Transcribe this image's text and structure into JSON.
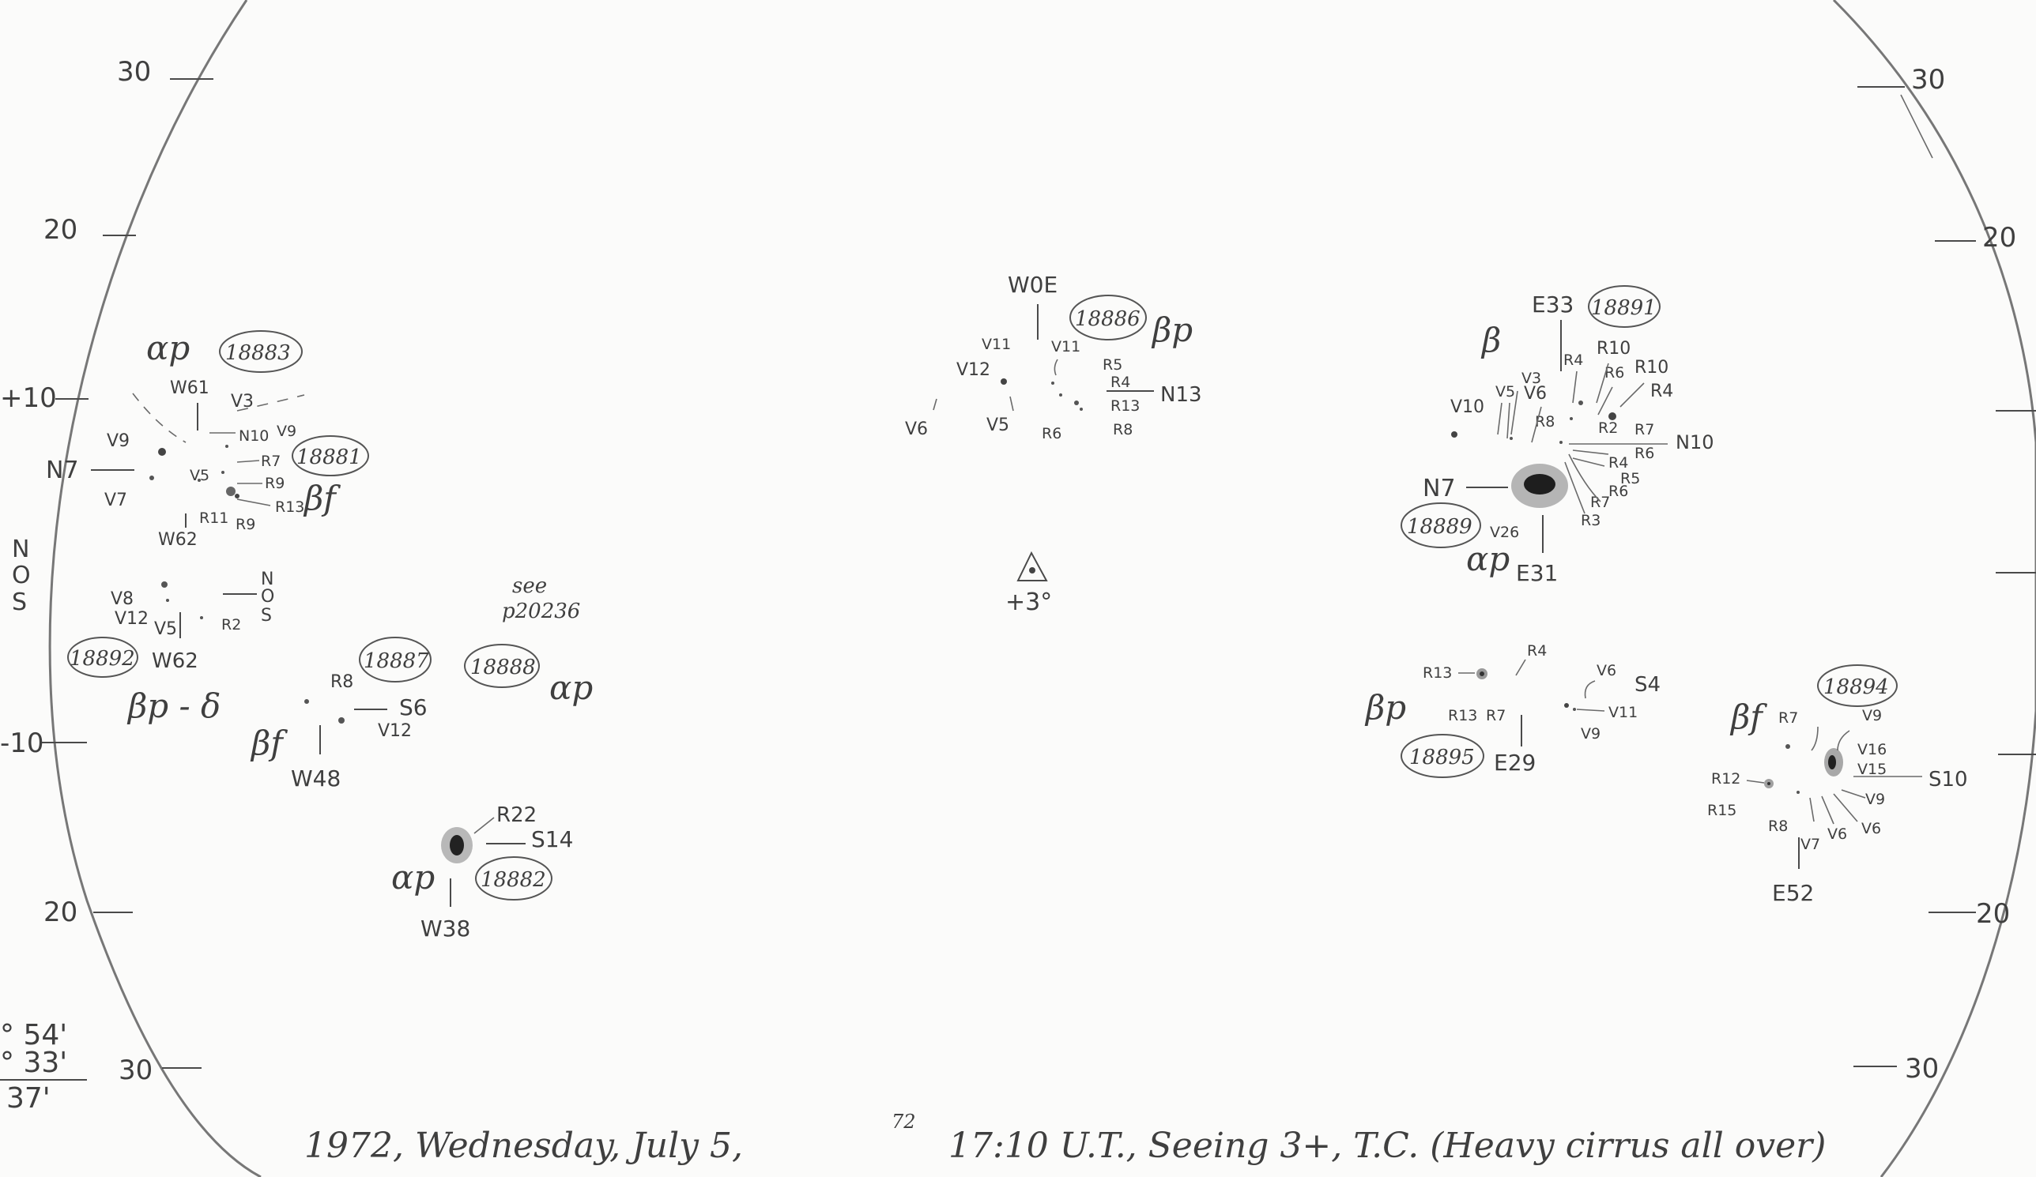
{
  "ticks_left": [
    {
      "label": "30"
    },
    {
      "label": "20"
    },
    {
      "label": "+10"
    },
    {
      "label": "-10"
    },
    {
      "label": "20"
    },
    {
      "label": "30"
    }
  ],
  "ticks_right": [
    {
      "label": "30"
    },
    {
      "label": "20"
    },
    {
      "label": "20"
    },
    {
      "label": "30"
    }
  ],
  "left_edge": {
    "n": "N",
    "o": "O",
    "s": "S"
  },
  "center_mark": {
    "label": "+3°"
  },
  "angles": {
    "a": "° 54'",
    "b": "° 33'",
    "c": "37'"
  },
  "footer": {
    "date": "1972, Wednesday, July 5,",
    "superscript": "72",
    "time": "17:10 U.T., Seeing 3+, T.C. (Heavy cirrus all over)"
  },
  "groups": [
    {
      "id": "18883",
      "class": "αp",
      "labels": [
        "W61",
        "V3",
        "V9",
        "N7",
        "V7",
        "N10",
        "V5",
        "V9",
        "R7",
        "R9",
        "R13",
        "R11",
        "R9",
        "W62"
      ]
    },
    {
      "id": "18881",
      "class": "βf",
      "labels": []
    },
    {
      "id": "18892",
      "class": "βp - δ",
      "labels": [
        "V8",
        "V12",
        "V5",
        "R2",
        "N",
        "O",
        "S",
        "W62"
      ]
    },
    {
      "id": "18887",
      "class": "βf",
      "labels": [
        "R8",
        "S6",
        "V12",
        "W48"
      ]
    },
    {
      "id": "18888",
      "class": "αp",
      "labels": [
        "see",
        "p20236"
      ]
    },
    {
      "id": "18882",
      "class": "αp",
      "labels": [
        "R22",
        "S14",
        "W38"
      ]
    },
    {
      "id": "18886",
      "class": "βp",
      "labels": [
        "W0E",
        "V11",
        "V12",
        "V11",
        "V6",
        "V5",
        "R5",
        "R4",
        "R13",
        "R8",
        "R6",
        "N13"
      ]
    },
    {
      "id": "18891",
      "class": "β",
      "labels": [
        "E33",
        "R4",
        "R10",
        "R6",
        "R10",
        "R4",
        "V10",
        "V5",
        "V3",
        "V6",
        "R8",
        "R2",
        "R7",
        "R6",
        "N10",
        "R4",
        "R5",
        "R6",
        "R7",
        "R3"
      ]
    },
    {
      "id": "18889",
      "class": "αp",
      "labels": [
        "N7",
        "V26",
        "E31"
      ]
    },
    {
      "id": "18895",
      "class": "βp",
      "labels": [
        "R13",
        "R4",
        "V6",
        "S4",
        "R13",
        "R7",
        "V11",
        "V9",
        "E29"
      ]
    },
    {
      "id": "18894",
      "class": "βf",
      "labels": [
        "R7",
        "V9",
        "V16",
        "V15",
        "S10",
        "R12",
        "V9",
        "R15",
        "R8",
        "V7",
        "V6",
        "V6",
        "E52"
      ]
    }
  ]
}
